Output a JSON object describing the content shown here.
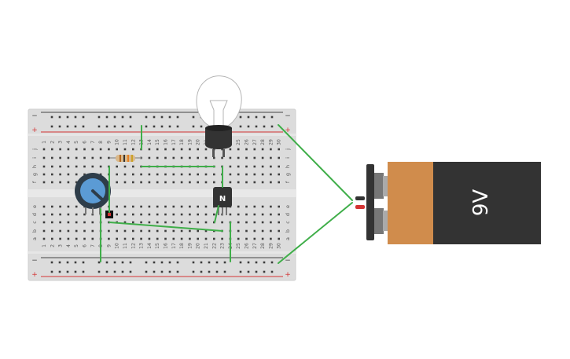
{
  "breadboard": {
    "columns": [
      "1",
      "2",
      "3",
      "4",
      "5",
      "6",
      "7",
      "8",
      "9",
      "10",
      "11",
      "12",
      "13",
      "14",
      "15",
      "16",
      "17",
      "18",
      "19",
      "20",
      "21",
      "22",
      "23",
      "24",
      "25",
      "26",
      "27",
      "28",
      "29",
      "30"
    ],
    "rows_top": [
      "j",
      "i",
      "h",
      "g",
      "f"
    ],
    "rows_bottom": [
      "e",
      "d",
      "c",
      "b",
      "a"
    ],
    "rail_minus": "−",
    "rail_plus": "+",
    "colors": {
      "board": "#dcdcdc",
      "hole": "#3c3c3c",
      "rail_red": "#d33333",
      "rail_blue": "#444444"
    }
  },
  "transistor": {
    "label": "N",
    "color": "#333333"
  },
  "battery": {
    "label": "9V",
    "body_color": "#333333",
    "band_color": "#d08c4c"
  },
  "potentiometer": {
    "knob_color": "#5b9bd5",
    "ring_color": "#2e3d4a"
  },
  "resistor": {
    "color": "#d9b88a"
  },
  "wire_color": "#3fae49",
  "icons": [
    "bulb-icon",
    "transistor-icon",
    "potentiometer-icon",
    "resistor-icon",
    "switch-icon",
    "battery-icon"
  ]
}
